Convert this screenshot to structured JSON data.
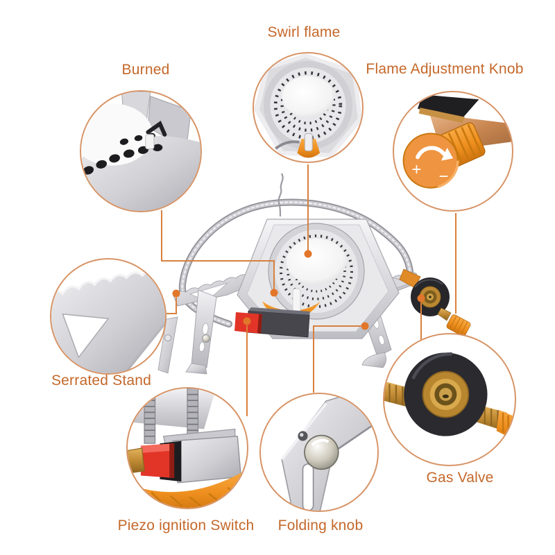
{
  "colors": {
    "background": "#ffffff",
    "label_text": "#c4682a",
    "circle_border": "#d79466",
    "connector_line": "#d9803d",
    "connector_dot": "#e2762a",
    "accent_orange": "#ef9222",
    "brass": "#c08a33",
    "steel": "#c9c9ce",
    "valve_black": "#2a2a2f",
    "switch_red": "#e23528"
  },
  "callouts": [
    {
      "id": "swirl-flame",
      "label": "Swirl flame"
    },
    {
      "id": "burned",
      "label": "Burned"
    },
    {
      "id": "flame-adjustment-knob",
      "label": "Flame Adjustment Knob",
      "markings": {
        "plus": "+",
        "minus": "−"
      }
    },
    {
      "id": "serrated-stand",
      "label": "Serrated Stand"
    },
    {
      "id": "gas-valve",
      "label": "Gas Valve"
    },
    {
      "id": "piezo-ignition-switch",
      "label": "Piezo ignition Switch"
    },
    {
      "id": "folding-knob",
      "label": "Folding knob"
    }
  ]
}
